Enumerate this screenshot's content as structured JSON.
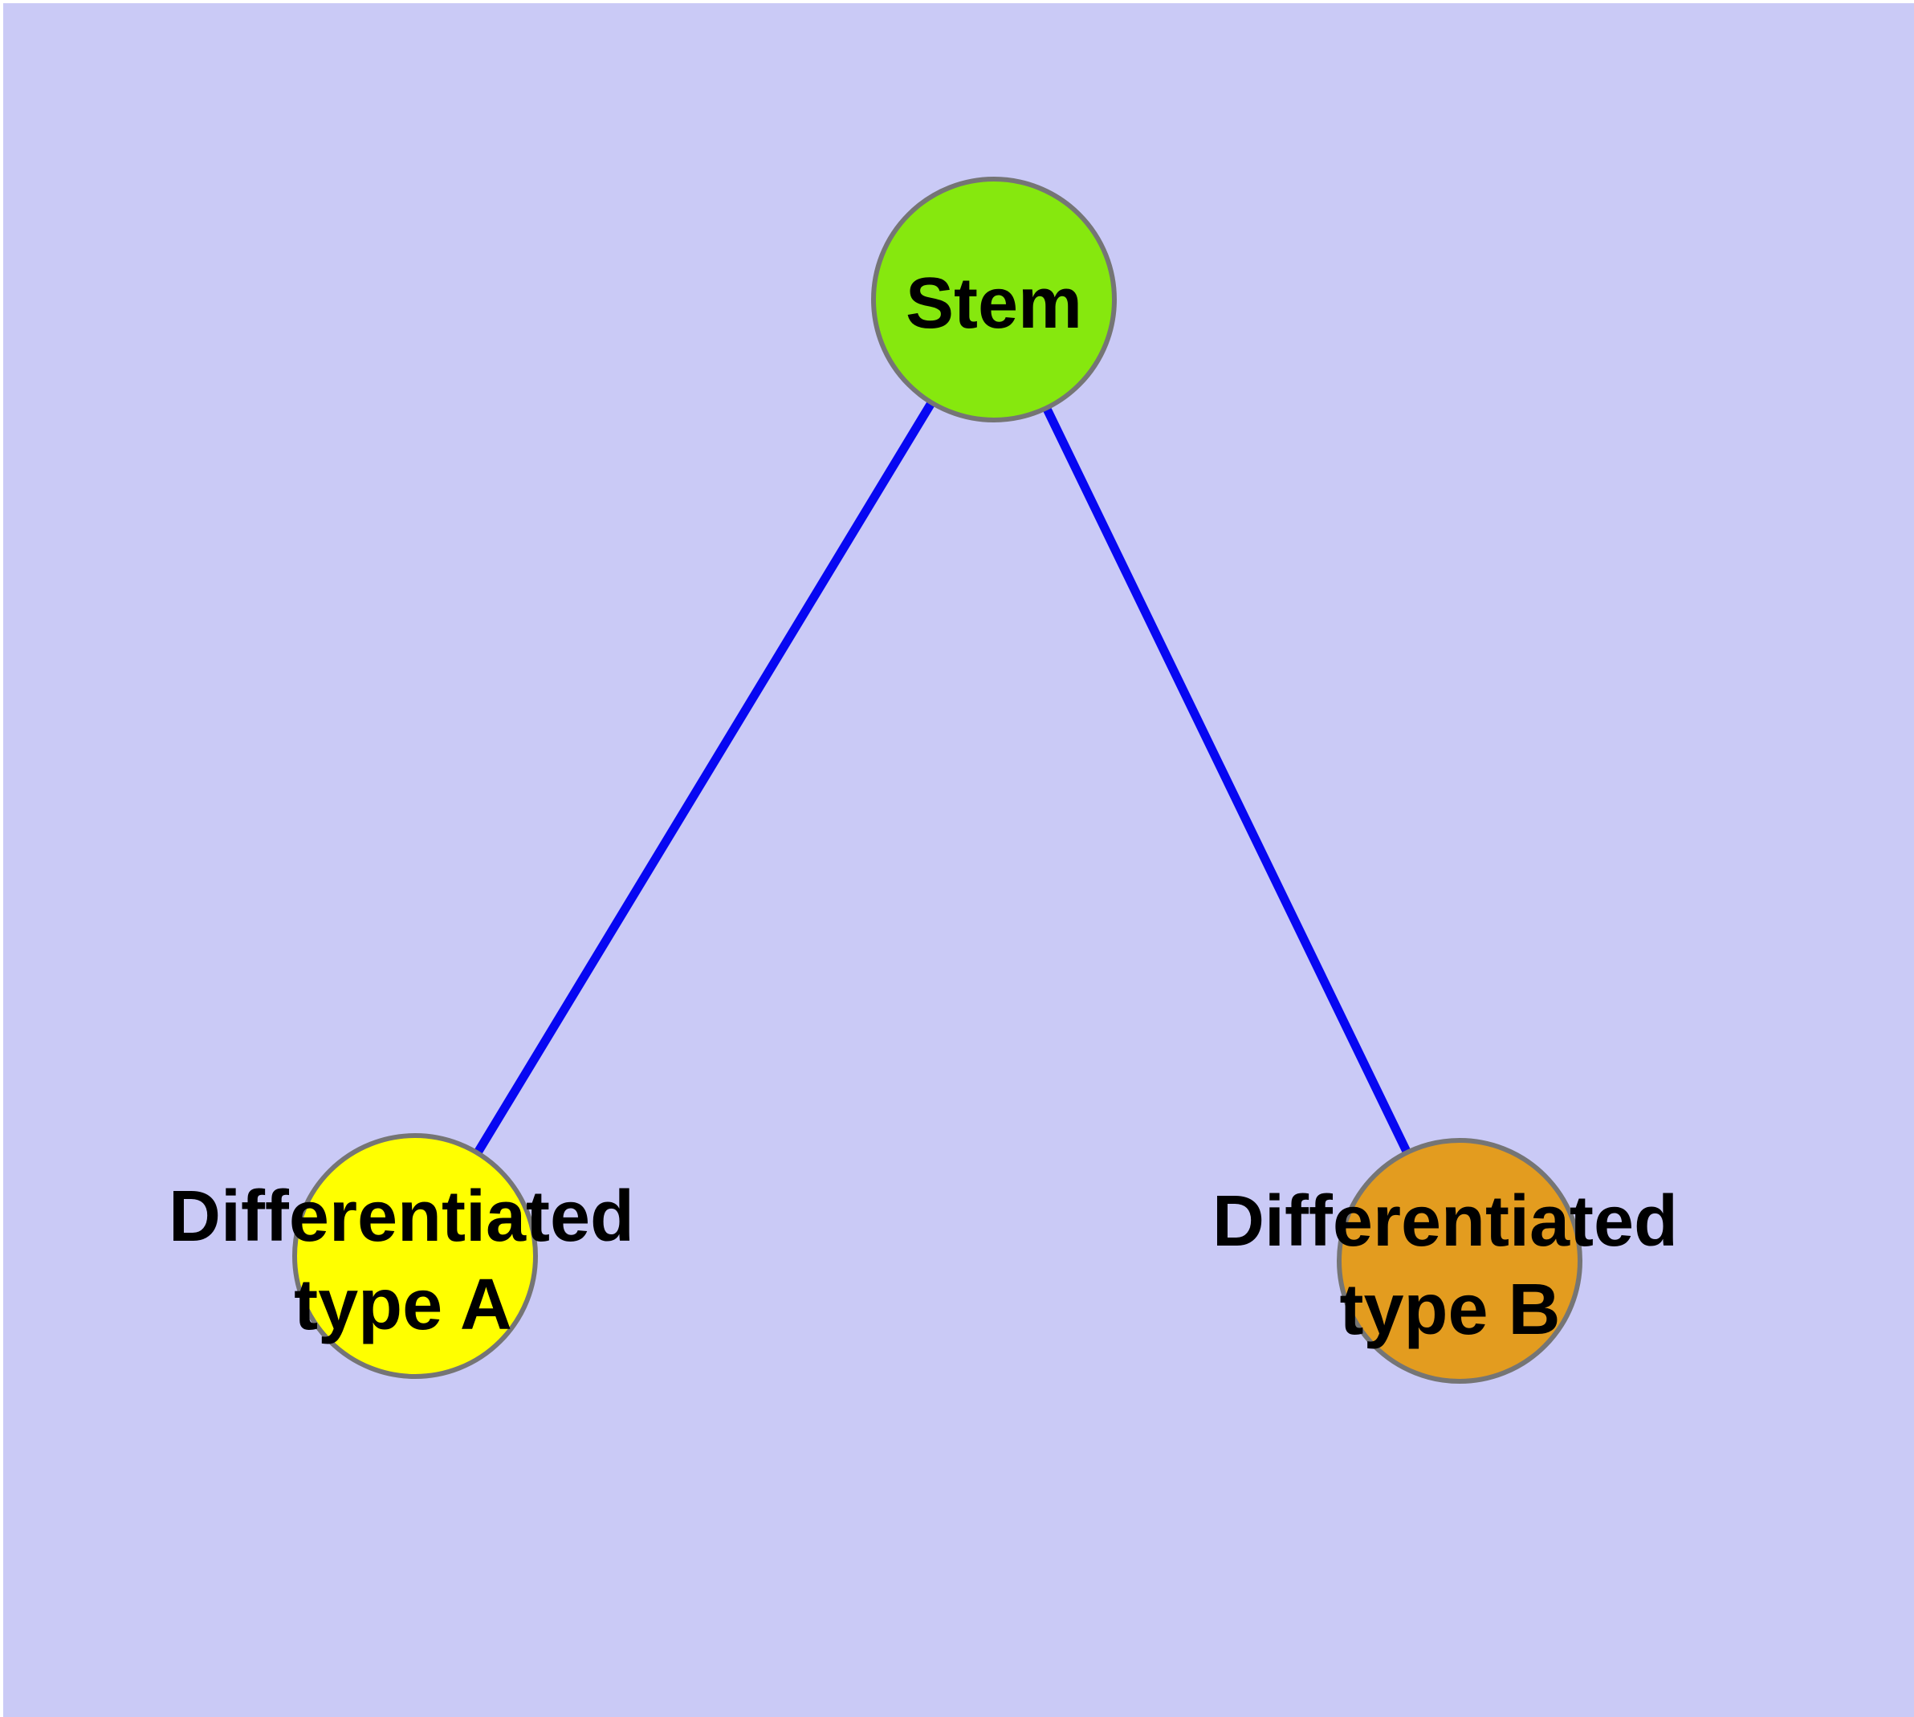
{
  "colors": {
    "background": "#cacaf6",
    "margin": "#ffffff",
    "edge": "#0707f2",
    "node_border": "#757575",
    "label": "#000000",
    "stem_fill": "#86e80e",
    "type_a_fill": "#ffff00",
    "type_b_fill": "#e39c1f"
  },
  "nodes": [
    {
      "id": "stem",
      "label": "Stem"
    },
    {
      "id": "type-a",
      "label": "Differentiated type A",
      "label_line1": "Differentiated",
      "label_line2": "type A"
    },
    {
      "id": "type-b",
      "label": "Differentiated type B",
      "label_line1": "Differentiated",
      "label_line2": "type B"
    }
  ],
  "edges": [
    {
      "from": "Stem",
      "to": "Differentiated type A"
    },
    {
      "from": "Stem",
      "to": "Differentiated type B"
    }
  ]
}
